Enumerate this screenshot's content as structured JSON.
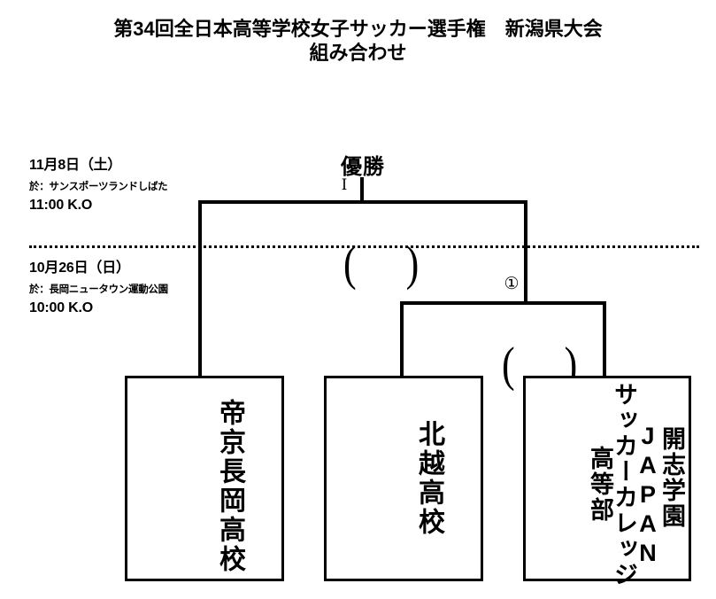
{
  "title": {
    "line1": "第34回全日本高等学校女子サッカー選手権　新潟県大会",
    "line2": "組み合わせ"
  },
  "schedule": [
    {
      "date": "11月8日（土）",
      "venue": "於：サンスポーツランドしばた",
      "kickoff": "11:00 K.O"
    },
    {
      "date": "10月26日（日）",
      "venue": "於：長岡ニュータウン運動公園",
      "kickoff": "10:00 K.O"
    }
  ],
  "bracket": {
    "champion_label": "優勝",
    "champion_seed": "Ⅰ",
    "match_numbers": {
      "semifinal": "①"
    },
    "score_paren_left": "(",
    "score_paren_right": ")",
    "teams": [
      {
        "id": "team-1",
        "columns": [
          "帝京長岡高校"
        ]
      },
      {
        "id": "team-2",
        "columns": [
          "北越高校"
        ]
      },
      {
        "id": "team-3",
        "columns": [
          "開志学園",
          "JAPAN",
          "サッカーカレッジ",
          "高等部"
        ]
      }
    ]
  },
  "colors": {
    "ink": "#000000",
    "paper": "#ffffff"
  }
}
